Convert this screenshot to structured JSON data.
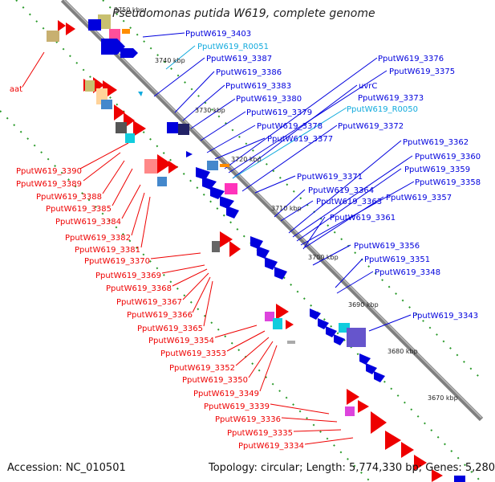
{
  "title": "Pseudomonas putida W619, complete genome",
  "footer": {
    "accession": "Accession: NC_010501",
    "summary": "Topology: circular; Length: 5,774,330 bp; Genes: 5,280"
  },
  "colors": {
    "forward_strand": "#0000dd",
    "reverse_strand": "#ee0000",
    "rna": "#11aadd",
    "backbone": "#7f7f7f"
  },
  "ticks": [
    "3750 kbp",
    "3740 kbp",
    "3730 kbp",
    "3720 kbp",
    "3710 kbp",
    "3700 kbp",
    "3690 kbp",
    "3680 kbp",
    "3670 kbp"
  ],
  "blue_labels": [
    "PputW619_3403",
    "PputW619_R0051",
    "PputW619_3387",
    "PputW619_3386",
    "PputW619_3383",
    "PputW619_3380",
    "PputW619_3379",
    "PputW619_3378",
    "PputW619_3377",
    "PputW619_3376",
    "PputW619_3375",
    "uvrC",
    "PputW619_3373",
    "PputW619_R0050",
    "PputW619_3372",
    "PputW619_3362",
    "PputW619_3360",
    "PputW619_3359",
    "PputW619_3358",
    "PputW619_3357",
    "PputW619_3371",
    "PputW619_3364",
    "PputW619_3363",
    "PputW619_3361",
    "PputW619_3356",
    "PputW619_3351",
    "PputW619_3348",
    "PputW619_3343"
  ],
  "red_labels": [
    "aat",
    "PputW619_3390",
    "PputW619_3389",
    "PputW619_3388",
    "PputW619_3385",
    "PputW619_3384",
    "PputW619_3382",
    "PputW619_3381",
    "PputW619_3370",
    "PputW619_3369",
    "PputW619_3368",
    "PputW619_3367",
    "PputW619_3366",
    "PputW619_3365",
    "PputW619_3354",
    "PputW619_3353",
    "PputW619_3352",
    "PputW619_3350",
    "PputW619_3349",
    "PputW619_3339",
    "PputW619_3336",
    "PputW619_3335",
    "PputW619_3334"
  ]
}
